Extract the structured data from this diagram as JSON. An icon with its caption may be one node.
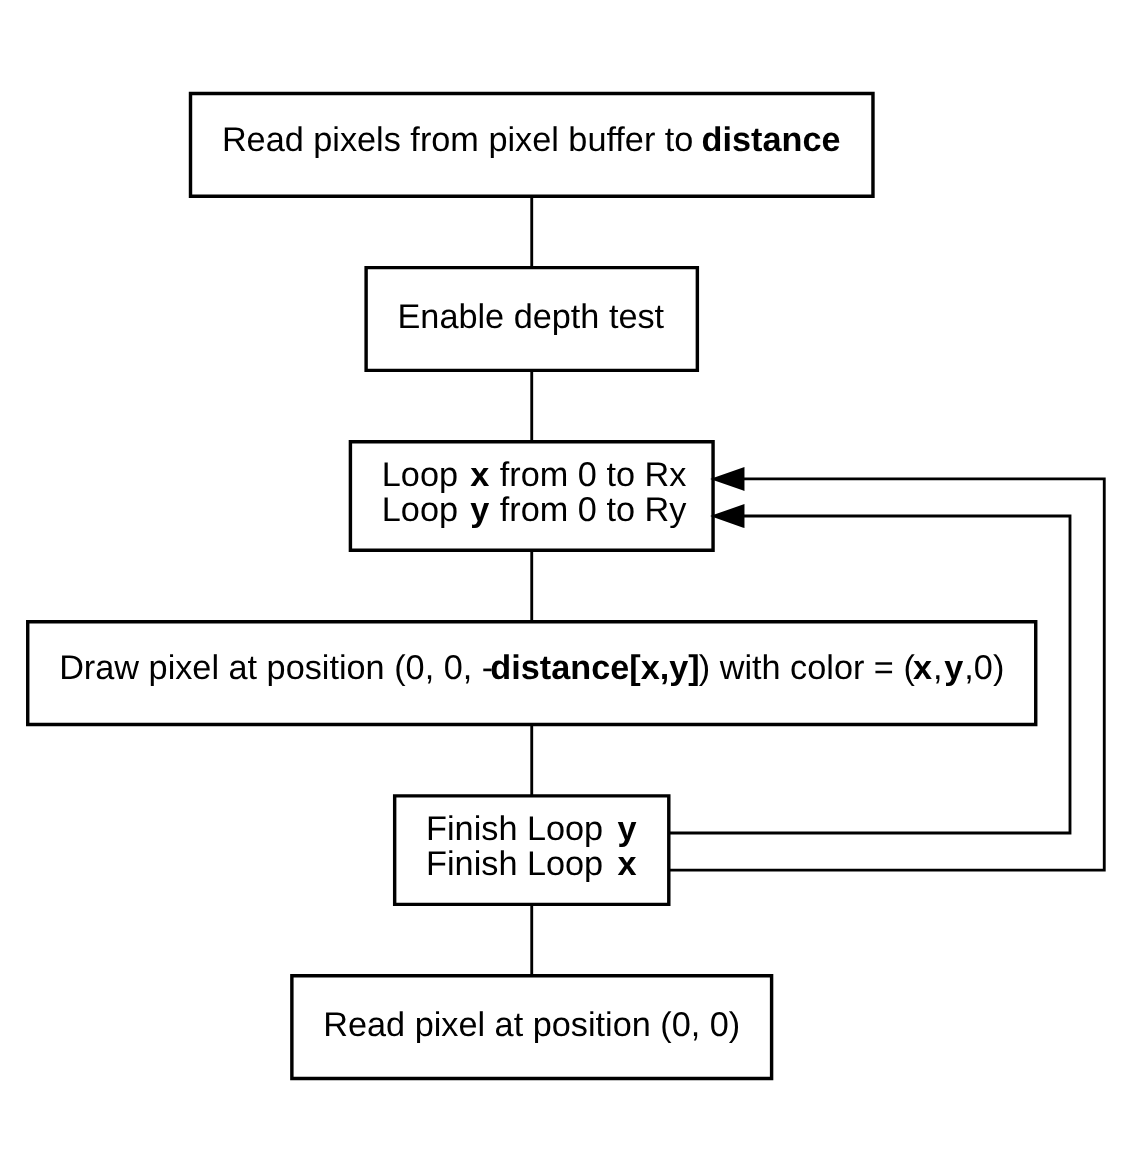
{
  "diagram": {
    "nodes": [
      {
        "text": [
          "Read pixels from pixel buffer to **distance**"
        ]
      },
      {
        "text": [
          "Enable depth test"
        ]
      },
      {
        "text": [
          "Loop **x** from 0 to Rx",
          "Loop **y** from 0 to Ry"
        ]
      },
      {
        "text": [
          "Draw pixel at position (0, 0, -**distance[x,y]**) with color = (**x**,**y**,0)"
        ]
      },
      {
        "text": [
          "Finish Loop **y**",
          "Finish Loop **x**"
        ]
      },
      {
        "text": [
          "Read pixel at position (0, 0)"
        ]
      }
    ],
    "edges": [
      {
        "from": 0,
        "to": 1,
        "arrow": "none"
      },
      {
        "from": 1,
        "to": 2,
        "arrow": "none"
      },
      {
        "from": 2,
        "to": 3,
        "arrow": "none"
      },
      {
        "from": 3,
        "to": 4,
        "arrow": "none"
      },
      {
        "from": 4,
        "to": 5,
        "arrow": "none"
      },
      {
        "from": 4,
        "to": 2,
        "arrow": "to"
      },
      {
        "from": 4,
        "to": 2,
        "arrow": "to"
      }
    ]
  }
}
